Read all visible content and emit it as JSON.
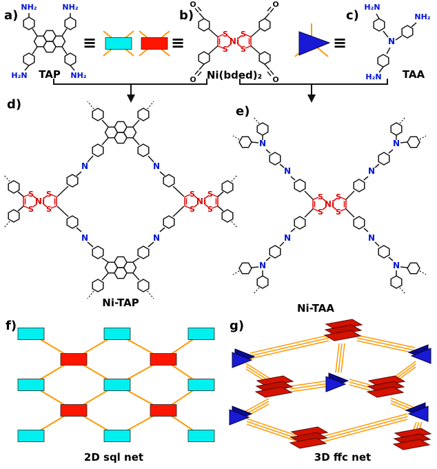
{
  "figure": {
    "panel_labels": {
      "a": "a)",
      "b": "b)",
      "c": "c)",
      "d": "d)",
      "e": "e)",
      "f": "f)",
      "g": "g)"
    },
    "molecule_labels": {
      "tap": "TAP",
      "nibded": "Ni(bded)₂",
      "taa": "TAA",
      "nitap": "Ni-TAP",
      "nitaa": "Ni-TAA"
    },
    "net_labels": {
      "sql": "2D sql net",
      "ffc": "3D ffc net"
    },
    "atoms": {
      "ni": "Ni",
      "s": "S",
      "n": "N",
      "o": "O"
    },
    "amines": {
      "nh2": "NH₂",
      "h2n": "H₂N"
    },
    "equiv": "≡",
    "colors": {
      "tap_node": "#00f0f0",
      "ni_node": "#ff1600",
      "taa_node": "#1a1ad6",
      "linker": "#ff9800",
      "bond_red": "#e00000",
      "atom_blue": "#0014d4"
    }
  }
}
